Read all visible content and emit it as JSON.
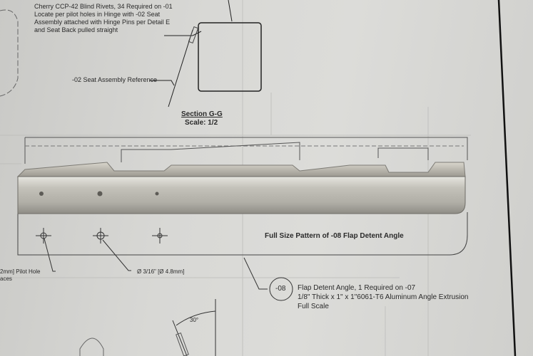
{
  "notes": {
    "rivet_note": [
      "Cherry CCP-42 Blind Rivets,  34 Required on -01",
      "Locate per pilot holes in Hinge with -02 Seat",
      "Assembly attached with Hinge Pins per Detail E",
      "and Seat Back pulled straight"
    ],
    "seat_ref": "-02 Seat Assembly Reference",
    "section_title": "Section G-G",
    "section_scale": "Scale: 1/2",
    "pattern_title": "Full Size Pattern of -08 Flap Detent Angle",
    "pilot_hole": "2mm] Pilot Hole",
    "pilot_hole_2": "aces",
    "hole_dia": "Ø 3/16\"  [Ø 4.8mm]",
    "angle": "30°"
  },
  "part_callout": {
    "number": "-08",
    "lines": [
      "Flap Detent Angle,  1 Required on -07",
      "1/8\" Thick x 1\" x 1\"6061-T6 Aluminum Angle Extrusion",
      "Full Scale"
    ]
  },
  "colors": {
    "paper": "#d8d8d5",
    "aluminum": "#b5b3ab",
    "ink": "#2a2a2a"
  }
}
